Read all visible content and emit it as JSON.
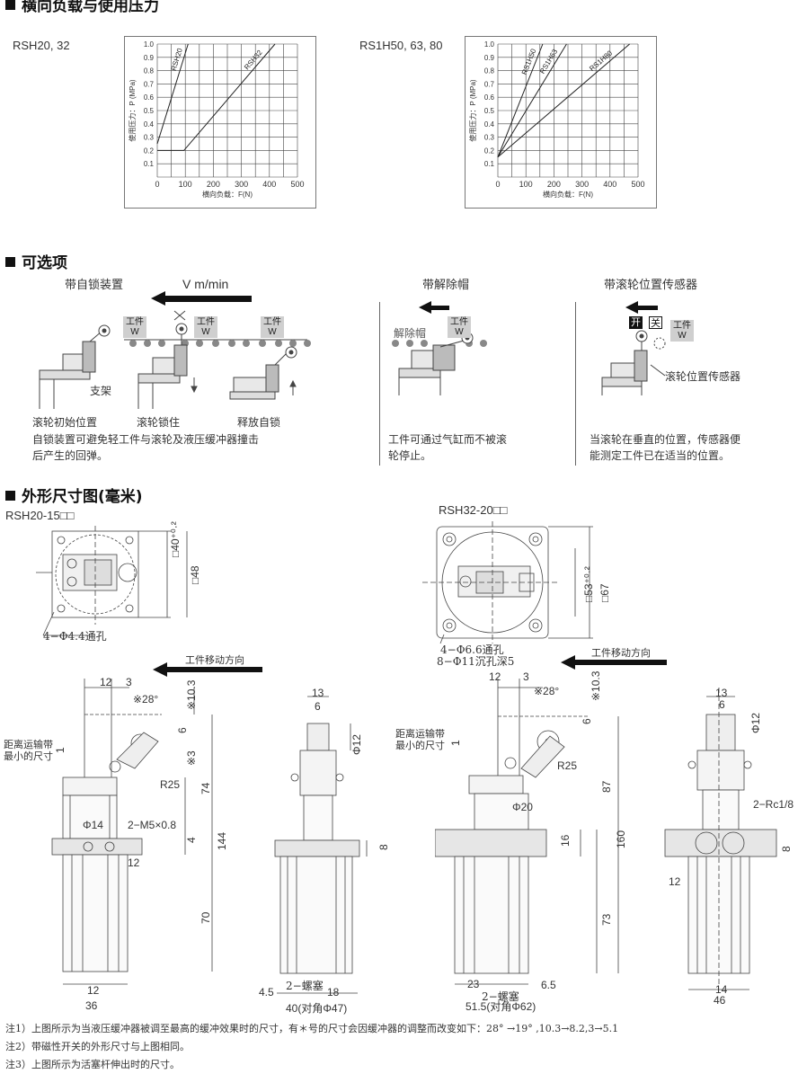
{
  "section1": {
    "title": "横向负载与使用压力",
    "chart1_label": "RSH20, 32",
    "chart2_label": "RS1H50, 63, 80"
  },
  "chart_data": [
    {
      "type": "line",
      "xlabel": "横向负载：F(N)",
      "ylabel": "使用压力：P (MPa)",
      "xlim": [
        0,
        500
      ],
      "ylim": [
        0,
        1.0
      ],
      "x_ticks": [
        "0",
        "100",
        "200",
        "300",
        "400",
        "500"
      ],
      "y_ticks": [
        "0.1",
        "0.2",
        "0.3",
        "0.4",
        "0.5",
        "0.6",
        "0.7",
        "0.8",
        "0.9",
        "1.0"
      ],
      "grid": true,
      "series": [
        {
          "name": "RSH20",
          "x": [
            0,
            110
          ],
          "y": [
            0.25,
            1.0
          ]
        },
        {
          "name": "RSH32",
          "x": [
            0,
            95,
            420
          ],
          "y": [
            0.2,
            0.2,
            1.0
          ]
        }
      ]
    },
    {
      "type": "line",
      "xlabel": "横向负载：F(N)",
      "ylabel": "使用压力：P (MPa)",
      "xlim": [
        0,
        500
      ],
      "ylim": [
        0,
        1.0
      ],
      "x_ticks": [
        "0",
        "100",
        "200",
        "300",
        "400",
        "500"
      ],
      "y_ticks": [
        "0.1",
        "0.2",
        "0.3",
        "0.4",
        "0.5",
        "0.6",
        "0.7",
        "0.8",
        "0.9",
        "1.0"
      ],
      "grid": true,
      "series": [
        {
          "name": "RS1H50",
          "x": [
            0,
            160
          ],
          "y": [
            0.15,
            1.0
          ]
        },
        {
          "name": "RS1H63",
          "x": [
            0,
            245
          ],
          "y": [
            0.15,
            1.0
          ]
        },
        {
          "name": "RS1H80",
          "x": [
            0,
            470
          ],
          "y": [
            0.15,
            1.0
          ]
        }
      ]
    }
  ],
  "section2": {
    "title": "可选项",
    "lock_title": "带自锁装置",
    "speed_label": "V m/min",
    "workpiece": "工件",
    "w": "W",
    "bracket": "支架",
    "caption1": "滚轮初始位置",
    "caption2": "滚轮锁住",
    "caption3": "释放自锁",
    "desc1": "自锁装置可避免轻工件与滚轮及液压缓冲器撞击",
    "desc1b": "后产生的回弹。",
    "cap_title": "带解除帽",
    "cap_label": "解除帽",
    "desc2": "工件可通过气缸而不被滚",
    "desc2b": "轮停止。",
    "sensor_title": "带滚轮位置传感器",
    "on": "开",
    "off": "关",
    "sensor_label": "滚轮位置传感器",
    "desc3": "当滚轮在垂直的位置，传感器便",
    "desc3b": "能测定工件已在适当的位置。"
  },
  "section3": {
    "title": "外形尺寸图(毫米)",
    "model1": "RSH20-15□□",
    "model2": "RSH32-20□□",
    "move_dir": "工件移动方向",
    "hole1": "4−Φ4.4通孔",
    "hole2a": "4−Φ6.6通孔",
    "hole2b": "8−Φ11沉孔深5",
    "conveyor": "距离运输带",
    "conveyor2": "最小的尺寸",
    "d1": {
      "w12": "12",
      "w3": "3",
      "angle": "※28°",
      "h103": "※10.3",
      "h6": "6",
      "h1": "1",
      "h3": "※3",
      "r25": "R25",
      "h74": "74",
      "h144": "144",
      "phi14": "Φ14",
      "m5": "2−M5×0.8",
      "h4": "4",
      "w12b": "12",
      "h70": "70",
      "w12c": "12",
      "w36": "36",
      "sq40": "□40⁺⁰·²",
      "sq48": "□48"
    },
    "s1": {
      "w13": "13",
      "w6": "6",
      "phi12": "Φ12",
      "h8": "8",
      "w45": "4.5",
      "plug": "2−螺塞",
      "w18": "18",
      "w40": "40(对角Φ47)"
    },
    "d2": {
      "w12": "12",
      "w3": "3",
      "angle": "※28°",
      "h103": "※10.3",
      "h6": "6",
      "h1": "1",
      "r25": "R25",
      "h87": "87",
      "phi20": "Φ20",
      "h16": "16",
      "h160": "160",
      "h73": "73",
      "w23": "23",
      "w65": "6.5",
      "plug": "2−螺塞",
      "w515": "51.5(对角Φ62)",
      "sq53": "□53⁺⁰·²",
      "sq67": "□67"
    },
    "s2": {
      "w13": "13",
      "w6": "6",
      "phi12": "Φ12",
      "rc": "2−Rc1/8",
      "h8": "8",
      "w12": "12",
      "w14": "14",
      "w46": "46"
    }
  },
  "notes": [
    "注1）上图所示为当液压缓冲器被调至最高的缓冲效果时的尺寸，有＊号的尺寸会因缓冲器的调整而改变如下：28° →19° ,10.3→8.2,3→5.1",
    "注2）带磁性开关的外形尺寸与上图相同。",
    "注3）上图所示为活塞杆伸出时的尺寸。"
  ]
}
